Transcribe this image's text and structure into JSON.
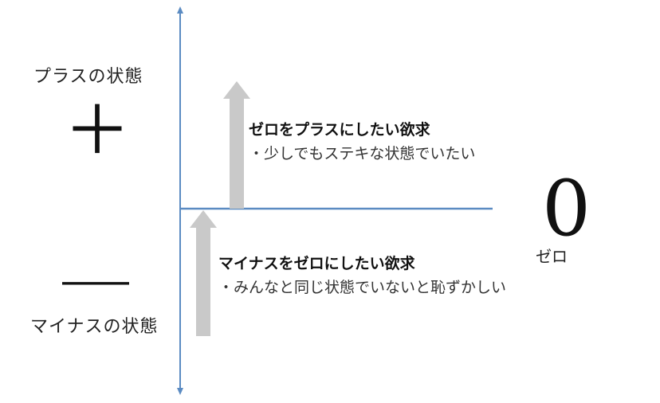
{
  "plus_state": {
    "label": "プラスの状態",
    "sign": "＋"
  },
  "minus_state": {
    "label": "マイナスの状態",
    "sign": "―"
  },
  "zero": {
    "symbol": "0",
    "label": "ゼロ"
  },
  "upper_desire": {
    "title": "ゼロをプラスにしたい欲求",
    "detail": "・少しでもステキな状態でいたい"
  },
  "lower_desire": {
    "title": "マイナスをゼロにしたい欲求",
    "detail": "・みんなと同じ状態でいないと恥ずかしい"
  },
  "colors": {
    "axis": "#5b8bc2",
    "arrow": "#c9c9c9",
    "text": "#222222"
  }
}
